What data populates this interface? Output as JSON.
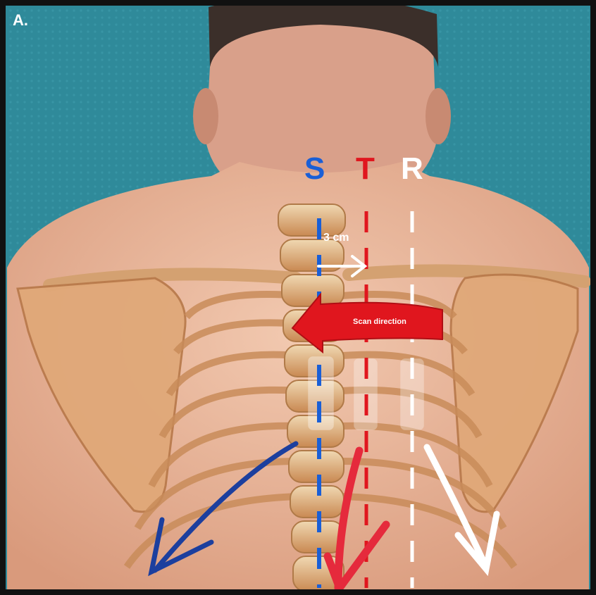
{
  "panel_label": "A.",
  "scan_lines": [
    {
      "label": "S",
      "color": "#1a5fd6"
    },
    {
      "label": "T",
      "color": "#e0161e"
    },
    {
      "label": "R",
      "color": "#ffffff"
    }
  ],
  "distance_label": "3 cm",
  "scan_direction_label": "Scan direction",
  "colors": {
    "background_teal": "#2f8a9a",
    "skin": "#e9b59a",
    "bone": "#d9a06a",
    "blue_line": "#1a5fd6",
    "red_line": "#e0161e",
    "white_line": "#ffffff"
  }
}
